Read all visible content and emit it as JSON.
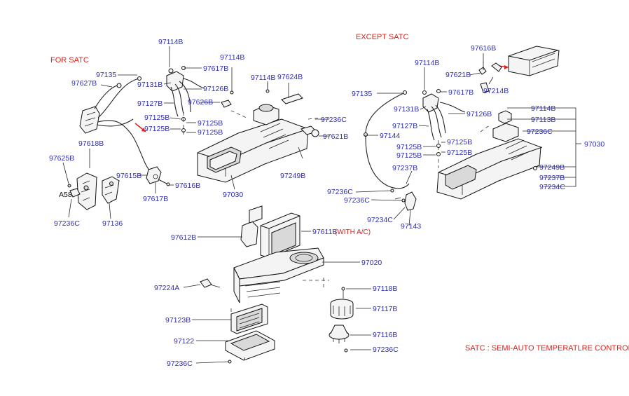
{
  "headings": {
    "for_satc": "FOR SATC",
    "except_satc": "EXCEPT SATC",
    "note": "SATC : SEMI-AUTO TEMPERATLRE CONTROL",
    "with_ac": "(WITH A/C)"
  },
  "labels": {
    "l_97114B_a": "97114B",
    "l_97135_a": "97135",
    "l_97617B_a": "97617B",
    "l_97627B": "97627B",
    "l_97131B_a": "97131B",
    "l_97126B_a": "97126B",
    "l_97127B_a": "97127B",
    "l_97626B": "97626B",
    "l_97125B_a": "97125B",
    "l_97125B_b": "97125B",
    "l_97125B_c": "97125B",
    "l_97125B_d": "97125B",
    "l_97114B_b": "97114B",
    "l_97114B_c": "97114B",
    "l_97624B": "97624B",
    "l_97236C_a": "97236C",
    "l_97621B_a": "97621B",
    "l_97618B": "97618B",
    "l_97625B": "97625B",
    "l_97615B": "97615B",
    "l_97616B_a": "97616B",
    "l_A58": "A58",
    "l_97617B_b": "97617B",
    "l_97030_a": "97030",
    "l_97249B_a": "97249B",
    "l_97236C_b": "97236C",
    "l_97136": "97136",
    "l_97612B": "97612B",
    "l_97611B": "97611B",
    "l_97020": "97020",
    "l_97224A": "97224A",
    "l_97118B": "97118B",
    "l_97117B": "97117B",
    "l_97123B": "97123B",
    "l_97116B": "97116B",
    "l_97122": "97122",
    "l_97236C_c": "97236C",
    "l_97236C_d": "97236C",
    "l_97616B_b": "97616B",
    "l_97114B_d": "97114B",
    "l_97621B_b": "97621B",
    "l_97214B": "97214B",
    "l_97135_b": "97135",
    "l_97617B_c": "97617B",
    "l_97131B_b": "97131B",
    "l_97126B_b": "97126B",
    "l_97144": "97144",
    "l_97127B_b": "97127B",
    "l_97125B_e": "97125B",
    "l_97125B_f": "97125B",
    "l_97125B_g": "97125B",
    "l_97125B_h": "97125B",
    "l_97237B_a": "97237B",
    "l_97236C_e": "97236C",
    "l_97236C_f": "97236C",
    "l_97234C_a": "97234C",
    "l_97143": "97143",
    "l_97114B_e": "97114B",
    "l_97113B": "97113B",
    "l_97236C_g": "97236C",
    "l_97030_b": "97030",
    "l_97249B_b": "97249B",
    "l_97237B_b": "97237B",
    "l_97234C_b": "97234C"
  }
}
